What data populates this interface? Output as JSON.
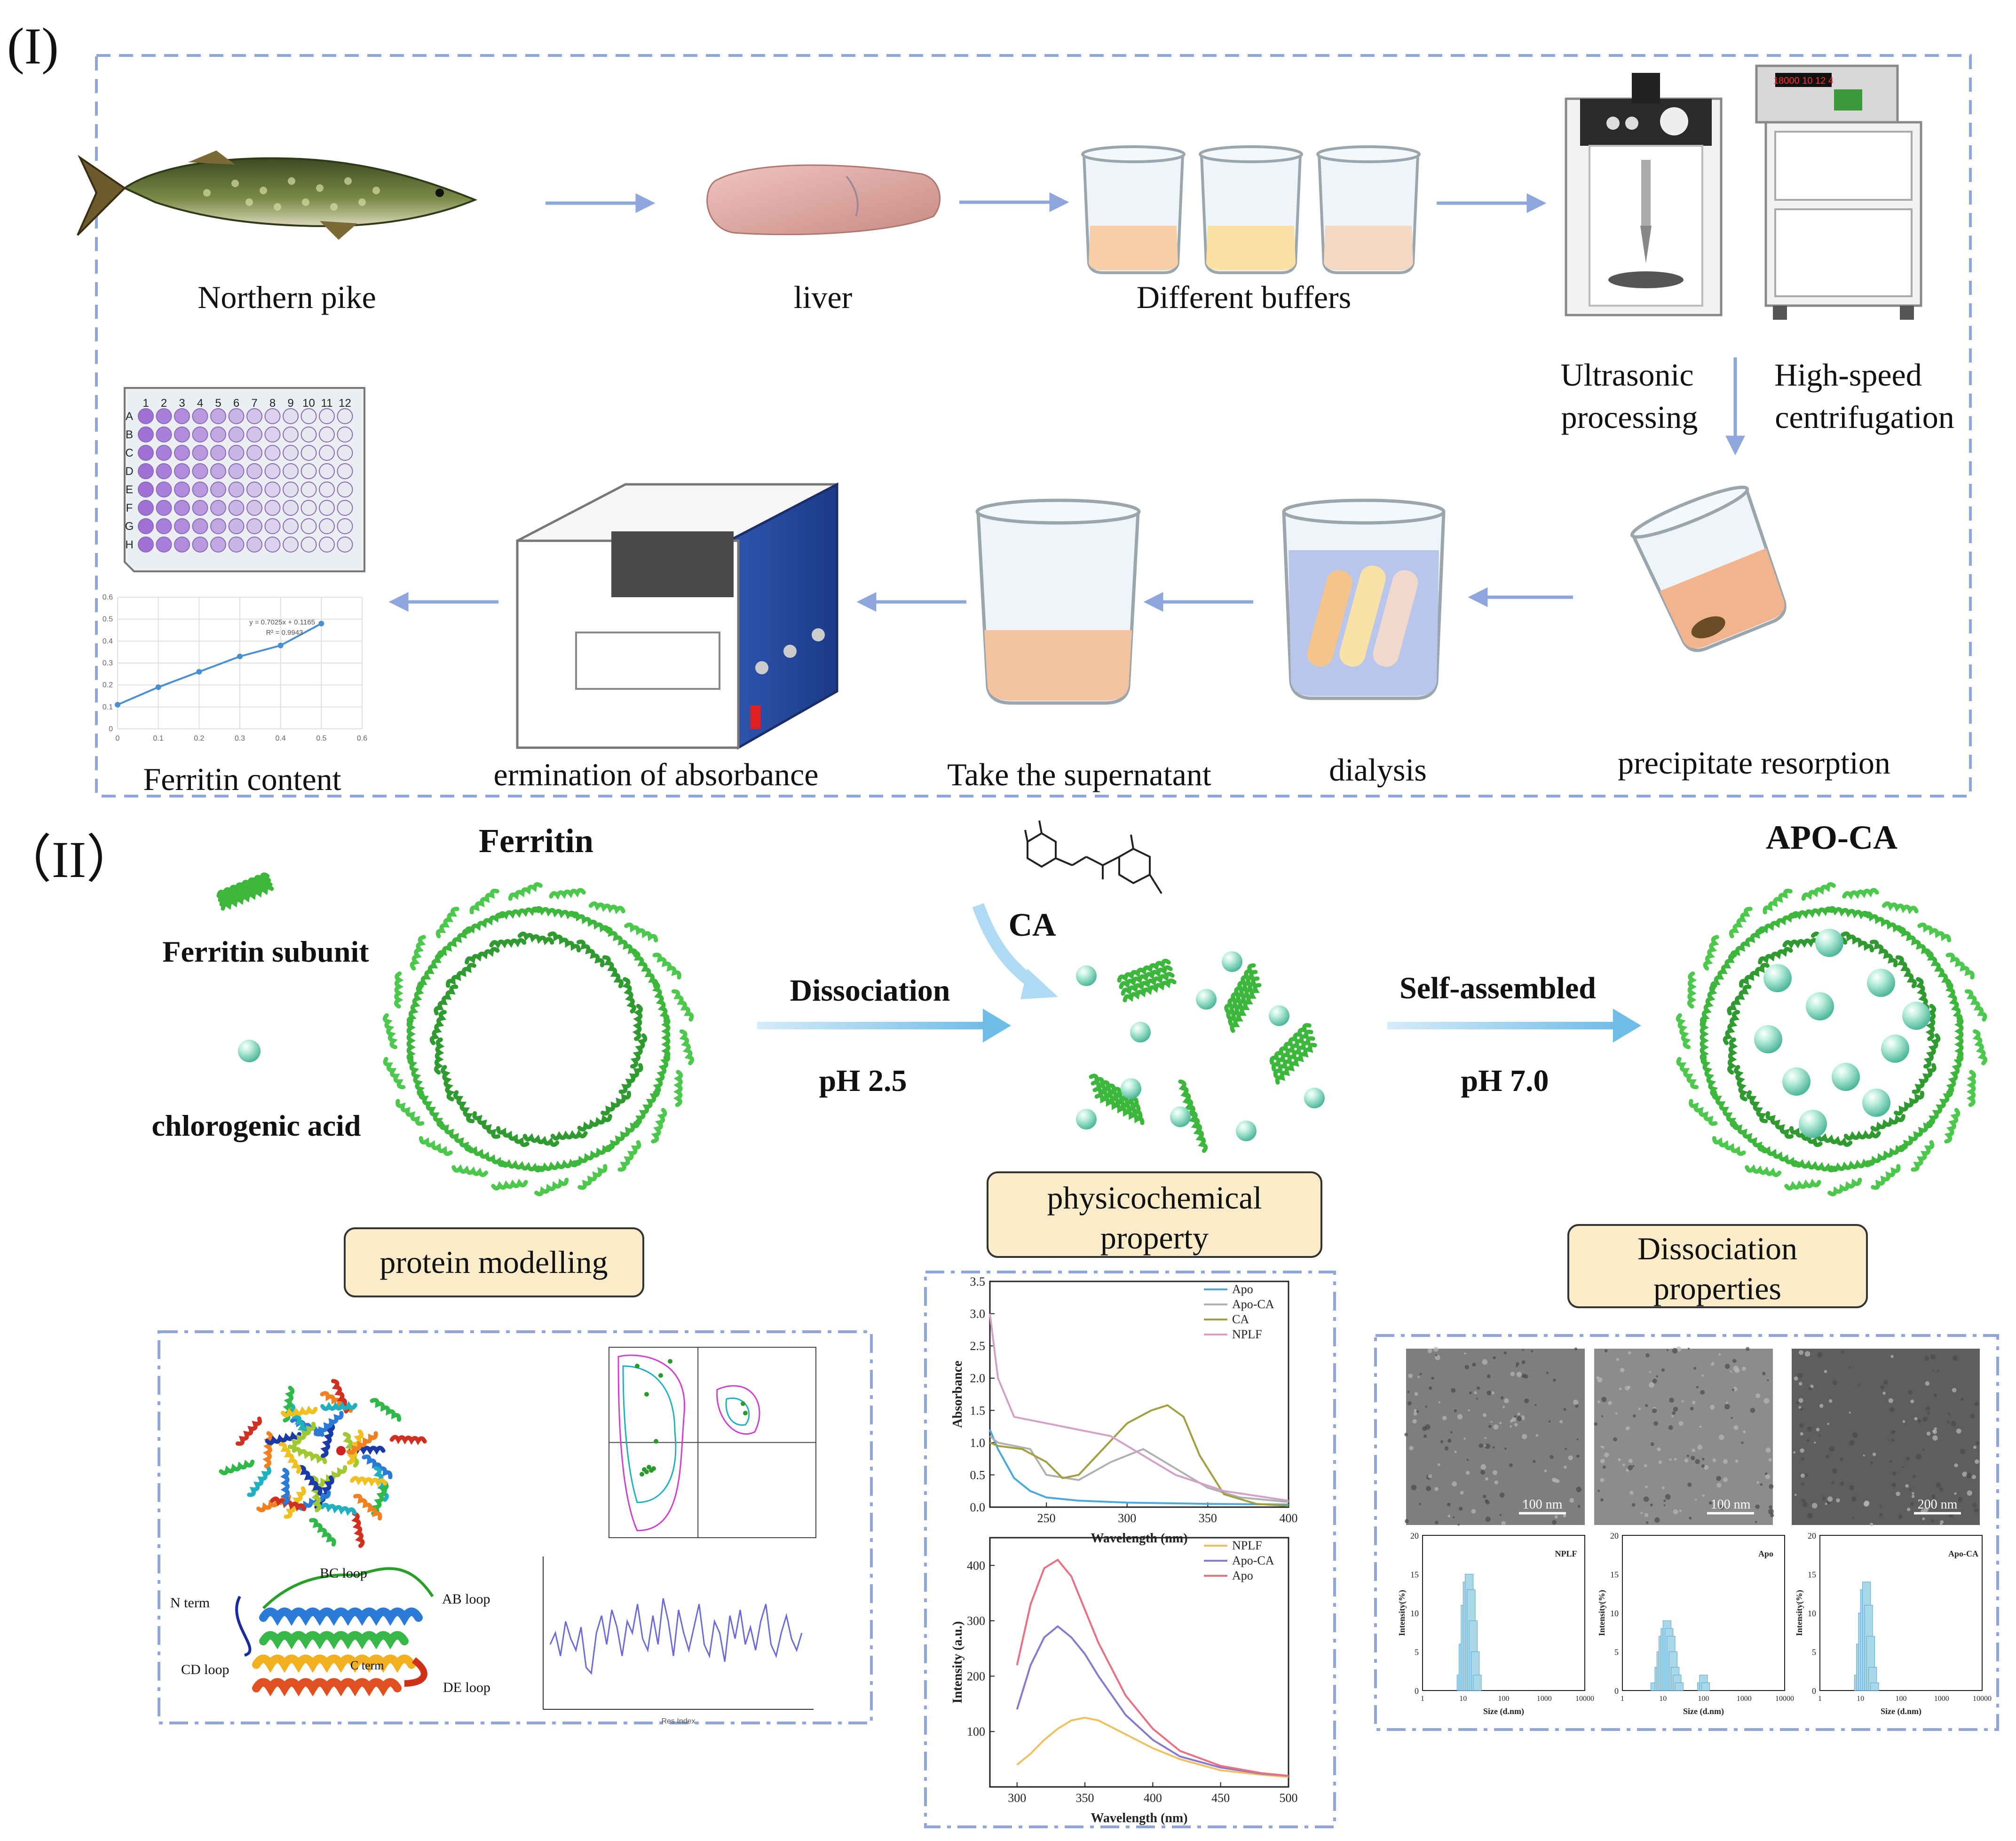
{
  "section_labels": {
    "part1": "(I)",
    "part2": "（II）"
  },
  "part1": {
    "steps": {
      "fish": "Northern pike",
      "liver": "liver",
      "buffers": "Different buffers",
      "ultrasonic_line1": "Ultrasonic",
      "ultrasonic_line2": "processing",
      "centrifuge_line1": "High-speed",
      "centrifuge_line2": "centrifugation",
      "resorption": "precipitate resorption",
      "dialysis": "dialysis",
      "supernatant": "Take the supernatant",
      "absorbance": "ermination of absorbance",
      "ferritin_content": "Ferritin content"
    },
    "plate": {
      "cols": [
        "1",
        "2",
        "3",
        "4",
        "5",
        "6",
        "7",
        "8",
        "9",
        "10",
        "11",
        "12"
      ],
      "rows": [
        "A",
        "B",
        "C",
        "D",
        "E",
        "F",
        "G",
        "H"
      ],
      "well_color": "#a070d6"
    },
    "std_curve": {
      "equation": "y = 0.7025x + 0.1165",
      "r2": "R² = 0.9943",
      "x_ticks": [
        "0",
        "0.1",
        "0.2",
        "0.3",
        "0.4",
        "0.5",
        "0.6"
      ],
      "y_ticks": [
        "0",
        "0.1",
        "0.2",
        "0.3",
        "0.4",
        "0.5",
        "0.6"
      ],
      "points": [
        [
          0,
          0.11
        ],
        [
          0.1,
          0.19
        ],
        [
          0.2,
          0.26
        ],
        [
          0.3,
          0.33
        ],
        [
          0.4,
          0.38
        ],
        [
          0.5,
          0.48
        ]
      ]
    },
    "pcr_display": "18000 10 12 4"
  },
  "part2": {
    "ferritin_title": "Ferritin",
    "subunit_label": "Ferritin subunit",
    "ca_legend_label": "chlorogenic acid",
    "ca_label": "CA",
    "dissociation": "Dissociation",
    "ph_low": "pH 2.5",
    "self_assembled": "Self-assembled",
    "ph_neutral": "pH 7.0",
    "apo_ca_title": "APO-CA",
    "boxes": {
      "protein_modelling": "protein modelling",
      "physicochemical_line1": "physicochemical",
      "physicochemical_line2": "property",
      "dissociation_line1": "Dissociation",
      "dissociation_line2": "properties"
    },
    "modelling": {
      "ab_loop": "AB loop",
      "bc_loop": "BC loop",
      "cd_loop": "CD loop",
      "de_loop": "DE loop",
      "n_term": "N term",
      "c_term": "C term",
      "rmsf_xlabel": "Res Index"
    },
    "tem_scale": [
      "100 nm",
      "100 nm",
      "200 nm"
    ],
    "dls": {
      "ylabel": "Intensity(%)",
      "xlabel": "Size (d.nm)",
      "y_ticks": [
        "0",
        "5",
        "10",
        "15",
        "20"
      ],
      "x_ticks": [
        "1",
        "10",
        "100",
        "1000",
        "10000"
      ],
      "panels": [
        "NPLF",
        "Apo",
        "Apo-CA"
      ]
    },
    "colors": {
      "protein_green": "#3cb73c",
      "ca_sphere": "#8fe0c8",
      "arrow_blue": "#86c8ee",
      "box_fill": "#faecc8",
      "dash_blue": "#8fa6dd"
    }
  },
  "chart_data": [
    {
      "type": "line",
      "ylabel": "Absorbance",
      "xlabel": "Wavelength (nm)",
      "xlim": [
        215,
        400
      ],
      "ylim": [
        0,
        3.5
      ],
      "x_ticks": [
        "250",
        "300",
        "350",
        "400"
      ],
      "y_ticks": [
        "0.0",
        "0.5",
        "1.0",
        "1.5",
        "2.0",
        "2.5",
        "3.0",
        "3.5"
      ],
      "legend_position": "top-right",
      "series": [
        {
          "name": "Apo",
          "color": "#4aa8dc",
          "x": [
            215,
            220,
            230,
            240,
            250,
            270,
            300,
            350,
            400
          ],
          "y": [
            1.2,
            0.9,
            0.45,
            0.25,
            0.15,
            0.1,
            0.07,
            0.05,
            0.04
          ]
        },
        {
          "name": "Apo-CA",
          "color": "#b0b0b0",
          "x": [
            215,
            220,
            230,
            240,
            250,
            270,
            290,
            310,
            330,
            350,
            370,
            400
          ],
          "y": [
            1.1,
            1.0,
            0.95,
            0.9,
            0.5,
            0.42,
            0.7,
            0.9,
            0.6,
            0.3,
            0.15,
            0.08
          ]
        },
        {
          "name": "CA",
          "color": "#a0a040",
          "x": [
            215,
            220,
            235,
            250,
            260,
            270,
            285,
            300,
            315,
            325,
            335,
            345,
            360,
            380,
            400
          ],
          "y": [
            1.0,
            0.95,
            0.9,
            0.7,
            0.45,
            0.5,
            0.9,
            1.3,
            1.5,
            1.58,
            1.4,
            0.8,
            0.2,
            0.05,
            0.02
          ]
        },
        {
          "name": "NPLF",
          "color": "#d4a0c8",
          "x": [
            215,
            220,
            230,
            240,
            250,
            270,
            290,
            310,
            330,
            360,
            400
          ],
          "y": [
            3.0,
            2.0,
            1.4,
            1.35,
            1.3,
            1.2,
            1.1,
            0.8,
            0.5,
            0.25,
            0.1
          ]
        }
      ]
    },
    {
      "type": "line",
      "ylabel": "Intensity (a.u.)",
      "xlabel": "Wavelength (nm)",
      "xlim": [
        280,
        500
      ],
      "ylim": [
        0,
        450
      ],
      "x_ticks": [
        "300",
        "350",
        "400",
        "450",
        "500"
      ],
      "y_ticks": [
        "100",
        "200",
        "300",
        "400"
      ],
      "legend_position": "top-right",
      "series": [
        {
          "name": "NPLF",
          "color": "#f0c060",
          "x": [
            300,
            310,
            320,
            330,
            340,
            350,
            360,
            380,
            400,
            420,
            450,
            480,
            500
          ],
          "y": [
            40,
            60,
            85,
            105,
            120,
            125,
            120,
            95,
            70,
            50,
            30,
            22,
            18
          ]
        },
        {
          "name": "Apo-CA",
          "color": "#8a78d0",
          "x": [
            300,
            310,
            320,
            330,
            340,
            350,
            360,
            380,
            400,
            420,
            450,
            480,
            500
          ],
          "y": [
            140,
            220,
            270,
            290,
            270,
            240,
            200,
            130,
            85,
            55,
            35,
            24,
            20
          ]
        },
        {
          "name": "Apo",
          "color": "#e87080",
          "x": [
            300,
            310,
            320,
            330,
            340,
            350,
            360,
            380,
            400,
            420,
            450,
            480,
            500
          ],
          "y": [
            220,
            330,
            395,
            410,
            380,
            320,
            260,
            165,
            105,
            65,
            38,
            25,
            20
          ]
        }
      ]
    }
  ]
}
